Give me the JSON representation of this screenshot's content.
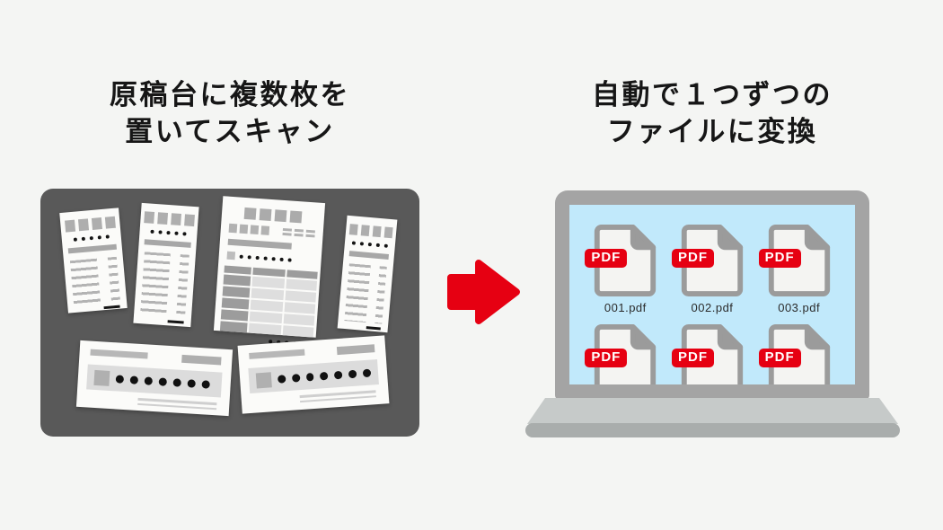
{
  "left": {
    "title_line1": "原稿台に複数枚を",
    "title_line2": "置いてスキャン"
  },
  "right": {
    "title_line1": "自動で１つずつの",
    "title_line2": "ファイルに変換",
    "laptop": {
      "files": [
        {
          "badge": "PDF",
          "label": "001.pdf"
        },
        {
          "badge": "PDF",
          "label": "002.pdf"
        },
        {
          "badge": "PDF",
          "label": "003.pdf"
        },
        {
          "badge": "PDF",
          "label": ""
        },
        {
          "badge": "PDF",
          "label": ""
        },
        {
          "badge": "PDF",
          "label": ""
        }
      ]
    }
  },
  "icons": {
    "arrow": "right-block-arrow",
    "file": "pdf-document-page"
  },
  "colors": {
    "background": "#f4f5f3",
    "platen_gray": "#595959",
    "accent_red": "#e60012",
    "screen_blue": "#c1e9fb",
    "laptop_gray": "#a4a4a4",
    "paper_white": "#fbfbf9",
    "title_text": "#161616"
  }
}
